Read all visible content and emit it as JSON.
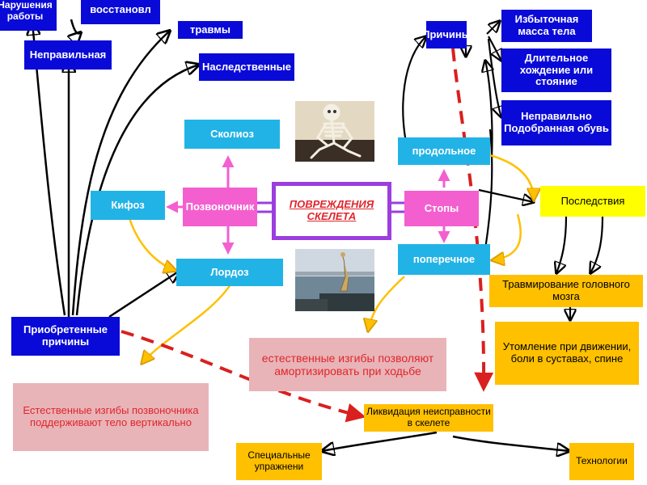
{
  "center": "ПОВРЕЖДЕНИЯ СКЕЛЕТА",
  "spine": {
    "title": "Позвоночник",
    "scoliosis": "Сколиоз",
    "kyphosis": "Кифоз",
    "lordosis": "Лордоз"
  },
  "feet": {
    "title": "Стопы",
    "longitudinal": "продольное",
    "transverse": "поперечное"
  },
  "acquired_causes": "Приобретенные причины",
  "top_left": {
    "disorders": "Нарушения работы",
    "recovery": "восстановл",
    "wrong": "Неправильная",
    "injuries": "травмы",
    "hereditary": "Наследственные"
  },
  "causes": {
    "title": "Причины",
    "overweight": "Избыточная масса тела",
    "long_walking": "Длительное хождение или стояние",
    "wrong_shoes": "Неправильно Подобранная обувь"
  },
  "consequences": {
    "title": "Последствия",
    "brain_trauma": "Травмирование головного мозга",
    "fatigue": "Утомление при движении, боли в суставах, спине"
  },
  "natural_spine": "Естественные изгибы позвоночника поддерживают тело вертикально",
  "natural_feet": "естественные изгибы позволяют амортизировать при ходьбе",
  "elimination": "Ликвидация неисправности в скелете",
  "exercises": "Специальные упражнени",
  "technologies": "Технологии",
  "colors": {
    "blue": "#0a0ad8",
    "cyan": "#22b3e6",
    "pink": "#f45fd0",
    "orange": "#ffc000",
    "yellow": "#ffff00",
    "red_dash": "#d9201f",
    "purple": "#9b3ee0"
  },
  "icons": [
    "skeleton-photo",
    "beach-statue-photo"
  ]
}
